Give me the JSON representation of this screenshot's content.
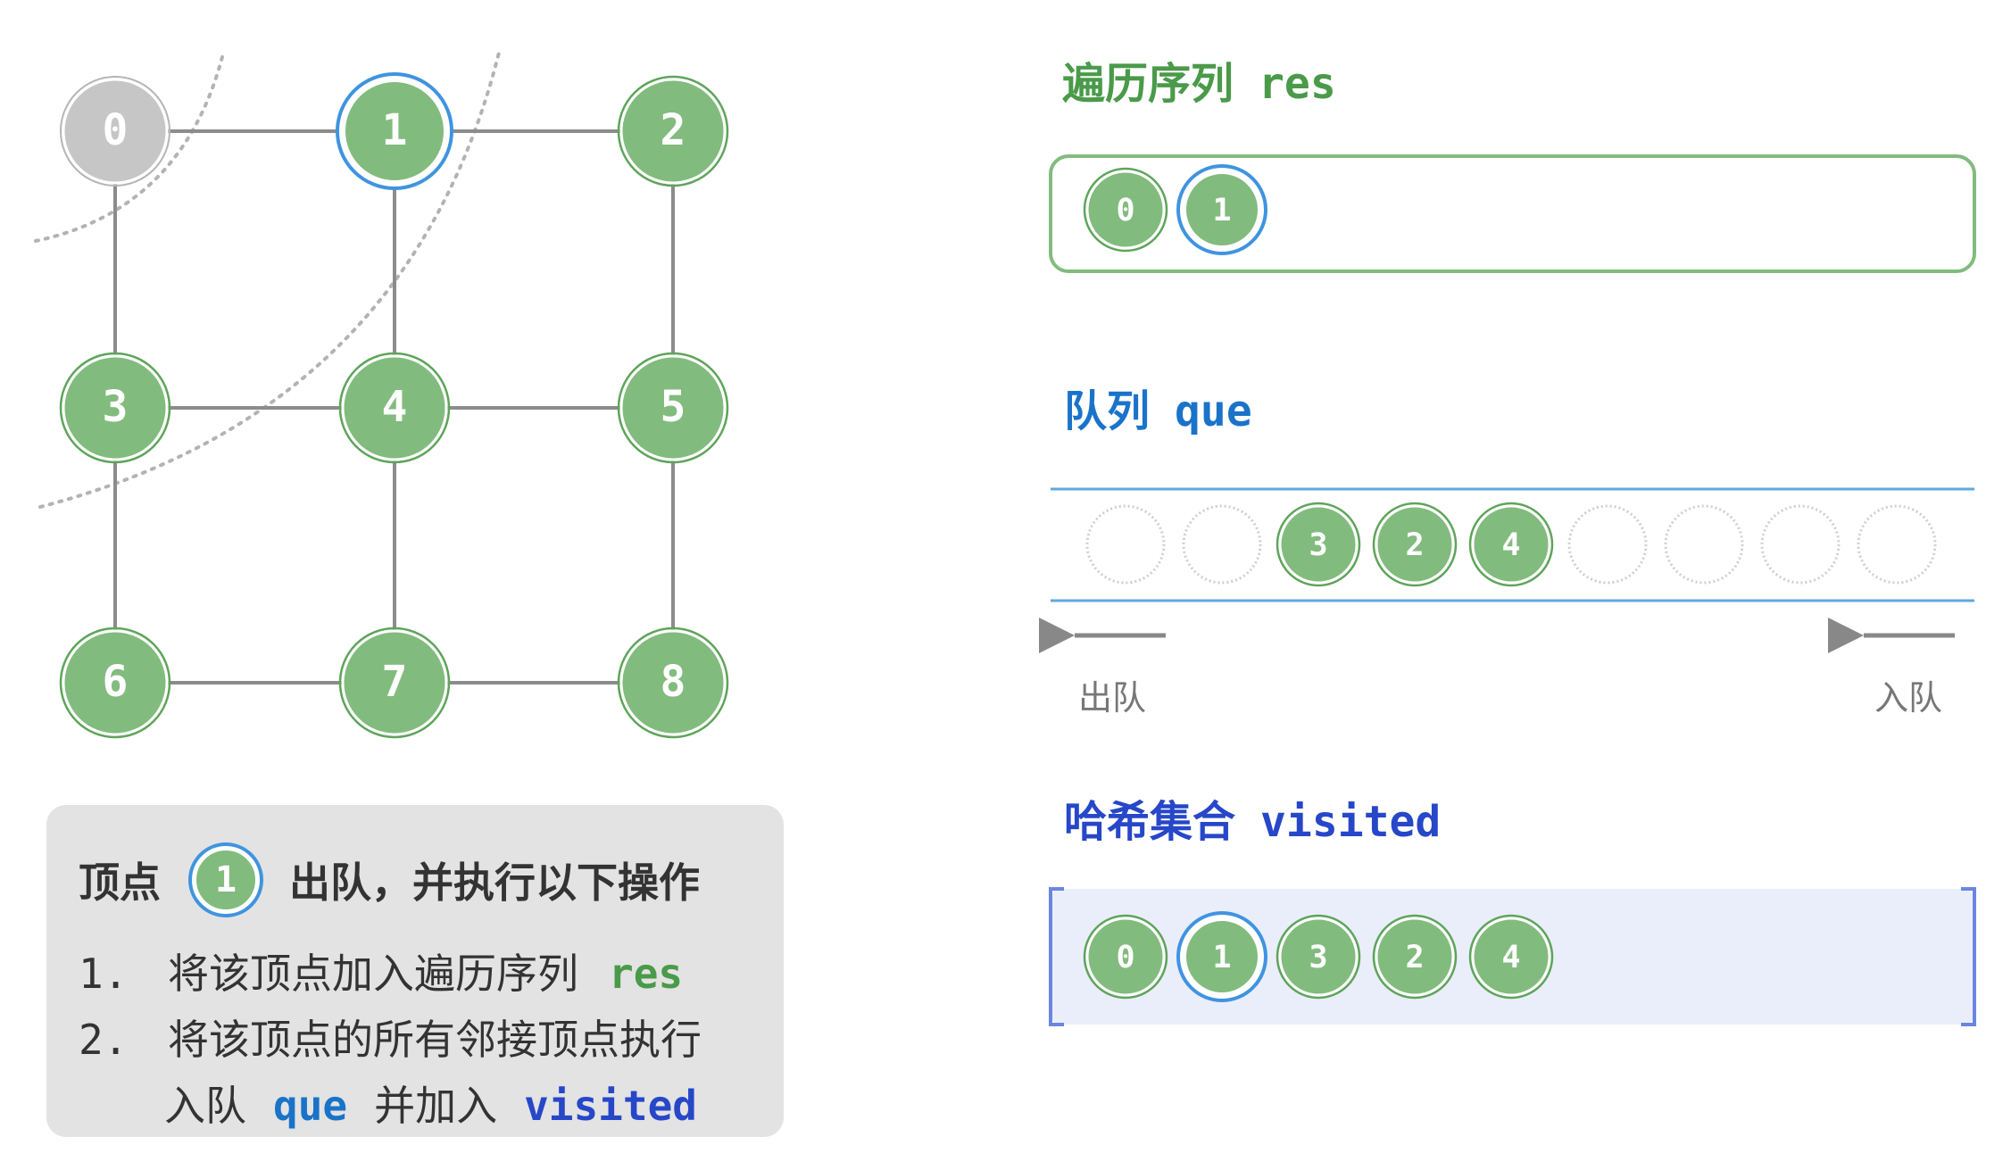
{
  "graph": {
    "nodes": [
      {
        "label": "0",
        "state": "visited-gray"
      },
      {
        "label": "1",
        "state": "current"
      },
      {
        "label": "2",
        "state": "normal"
      },
      {
        "label": "3",
        "state": "normal"
      },
      {
        "label": "4",
        "state": "normal"
      },
      {
        "label": "5",
        "state": "normal"
      },
      {
        "label": "6",
        "state": "normal"
      },
      {
        "label": "7",
        "state": "normal"
      },
      {
        "label": "8",
        "state": "normal"
      }
    ],
    "edges": [
      [
        0,
        1
      ],
      [
        1,
        2
      ],
      [
        3,
        4
      ],
      [
        4,
        5
      ],
      [
        6,
        7
      ],
      [
        7,
        8
      ],
      [
        0,
        3
      ],
      [
        3,
        6
      ],
      [
        1,
        4
      ],
      [
        4,
        7
      ],
      [
        2,
        5
      ],
      [
        5,
        8
      ]
    ]
  },
  "res": {
    "title_cn": "遍历序列",
    "title_kw": "res",
    "items": [
      {
        "label": "0",
        "current": false
      },
      {
        "label": "1",
        "current": true
      }
    ]
  },
  "que": {
    "title_cn": "队列",
    "title_kw": "que",
    "slots": [
      "",
      "",
      "3",
      "2",
      "4",
      "",
      "",
      "",
      ""
    ],
    "dequeue_label": "出队",
    "enqueue_label": "入队"
  },
  "visited": {
    "title_cn": "哈希集合",
    "title_kw": "visited",
    "items": [
      {
        "label": "0",
        "current": false
      },
      {
        "label": "1",
        "current": true
      },
      {
        "label": "3",
        "current": false
      },
      {
        "label": "2",
        "current": false
      },
      {
        "label": "4",
        "current": false
      }
    ]
  },
  "caption": {
    "title_prefix": "顶点",
    "badge_label": "1",
    "title_suffix": "出队，并执行以下操作",
    "step1_num": "1.",
    "step1_text": "将该顶点加入遍历序列",
    "step1_kw": "res",
    "step2_num": "2.",
    "step2_text": "将该顶点的所有邻接顶点执行",
    "step2b_text1": "入队",
    "step2b_kw1": "que",
    "step2b_text2": "并加入",
    "step2b_kw2": "visited"
  },
  "colors": {
    "node_fill": "#82bb7e",
    "node_ring": "#5ea45a",
    "node_gray": "#c6c6c6",
    "current_ring": "#3f94e0",
    "edge": "#8c8c8c",
    "res_title": "#4a9a4a",
    "que_title": "#1a73c9",
    "visited_title": "#2747c9",
    "visited_bg": "#eaeefb"
  }
}
